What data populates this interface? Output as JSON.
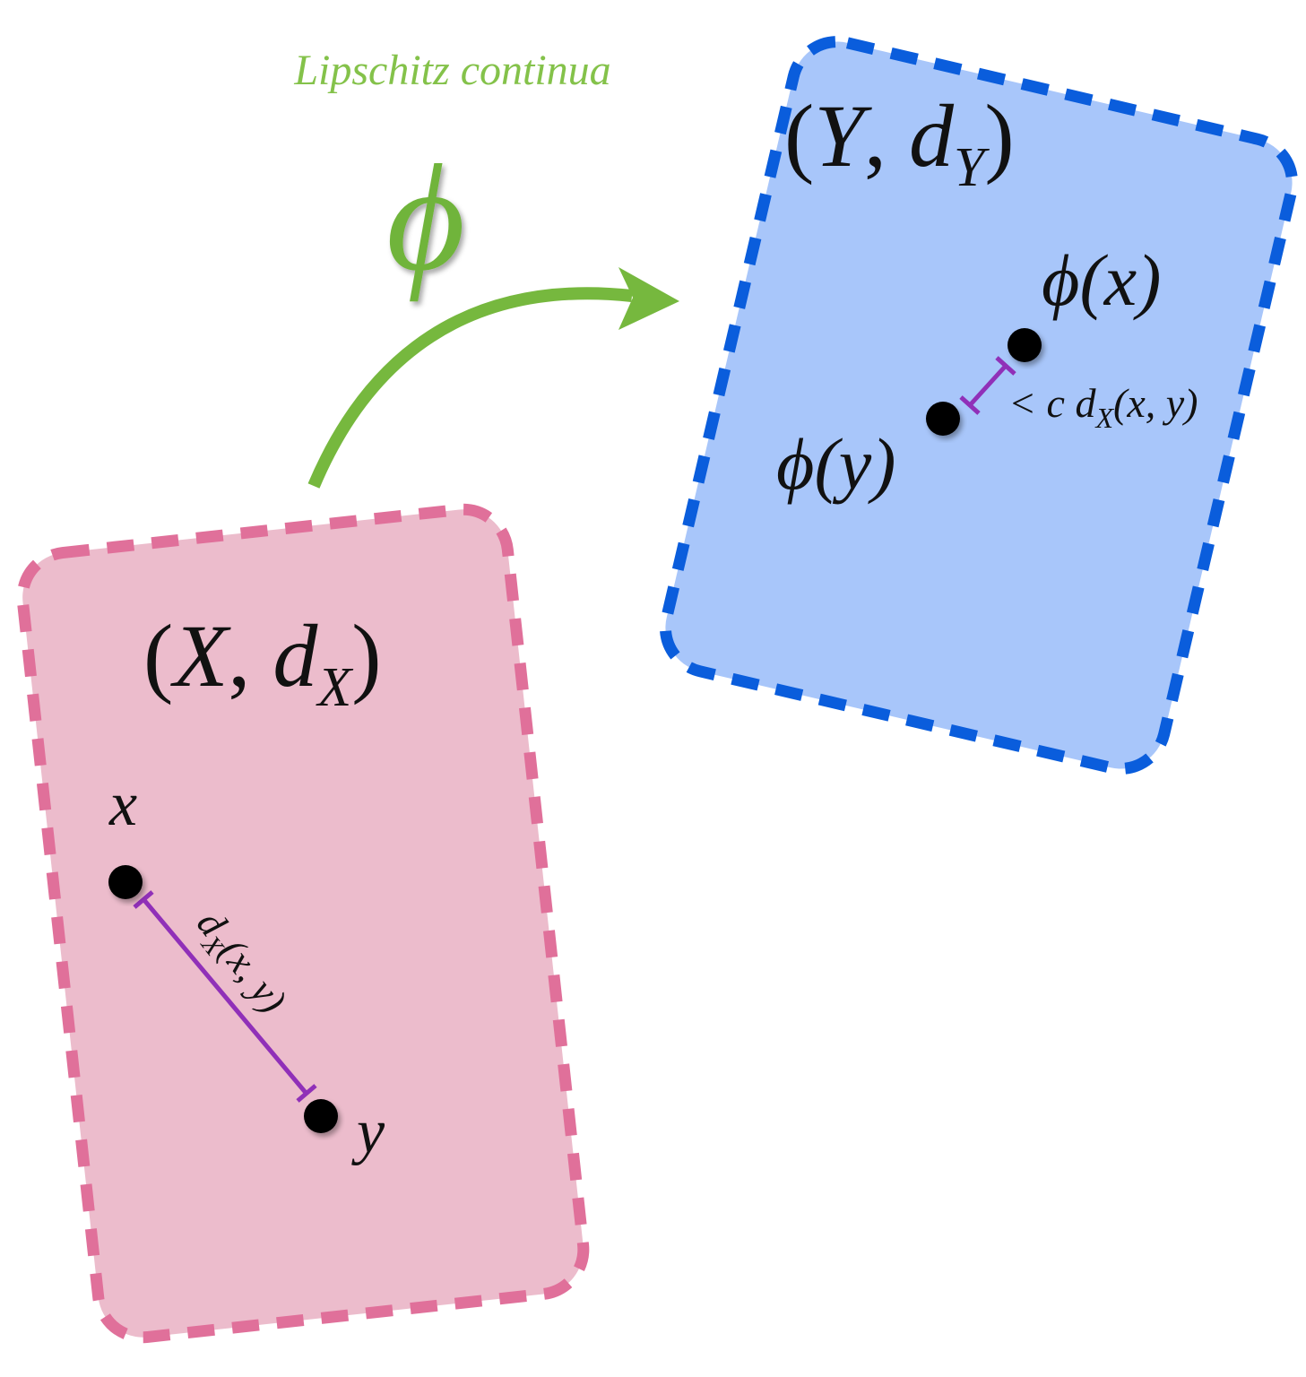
{
  "title": "Lipschitz continua",
  "map_symbol": "ϕ",
  "domain_space": {
    "open": "(",
    "set": "X",
    "comma": ", ",
    "metric": "d",
    "metric_sub": "X",
    "close": ")"
  },
  "codomain_space": {
    "open": "(",
    "set": "Y",
    "comma": ", ",
    "metric": "d",
    "metric_sub": "Y",
    "close": ")"
  },
  "points": {
    "x": "x",
    "y": "y",
    "phi_x": {
      "phi": "ϕ",
      "arg": "(x)"
    },
    "phi_y": {
      "phi": "ϕ",
      "arg": "(y)"
    }
  },
  "distance_label": {
    "d": "d",
    "sub": "X",
    "args": "(x, y)"
  },
  "bound_label": {
    "lt": "< c ",
    "d": "d",
    "sub": "X",
    "args": "(x, y)"
  },
  "colors": {
    "domain_fill": "#ecbccc",
    "domain_border": "#e0709a",
    "codomain_fill": "#a8c6fa",
    "codomain_border": "#0a5ddc",
    "arrow": "#76b83e",
    "distance": "#9030b8"
  }
}
